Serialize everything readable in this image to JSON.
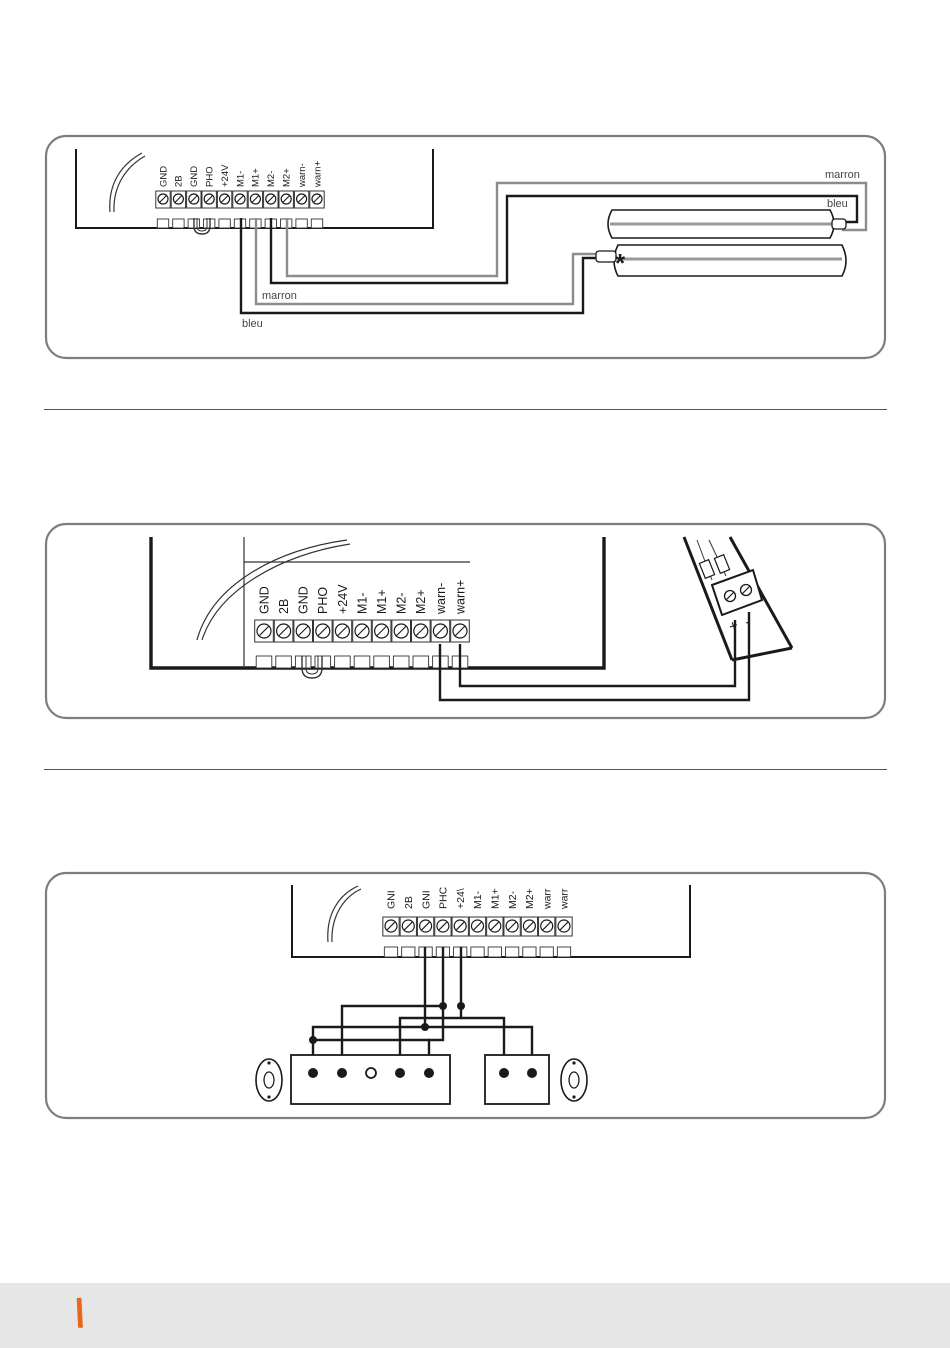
{
  "terminals_full": [
    "GND",
    "2B",
    "GND",
    "PHO",
    "+24V",
    "M1-",
    "M1+",
    "M2-",
    "M2+",
    "warn-",
    "warn+"
  ],
  "terminals_truncated": [
    "GNI",
    "2B",
    "GNI",
    "PHC",
    "+24\\",
    "M1-",
    "M1+",
    "M2-",
    "M2+",
    "warr",
    "warr"
  ],
  "diagram1": {
    "label_marron_top": "marron",
    "label_bleu_top": "bleu",
    "label_marron_bottom": "marron",
    "label_bleu_bottom": "bleu",
    "star": "*"
  },
  "diagram2": {
    "plus": "+",
    "minus": "-"
  },
  "footer": {
    "mark": "\\"
  },
  "colors": {
    "grey_wire": "#8c8c8c",
    "black_wire": "#1a1a1a",
    "accent": "#e8651c",
    "footer_bg": "#e6e6e6"
  }
}
